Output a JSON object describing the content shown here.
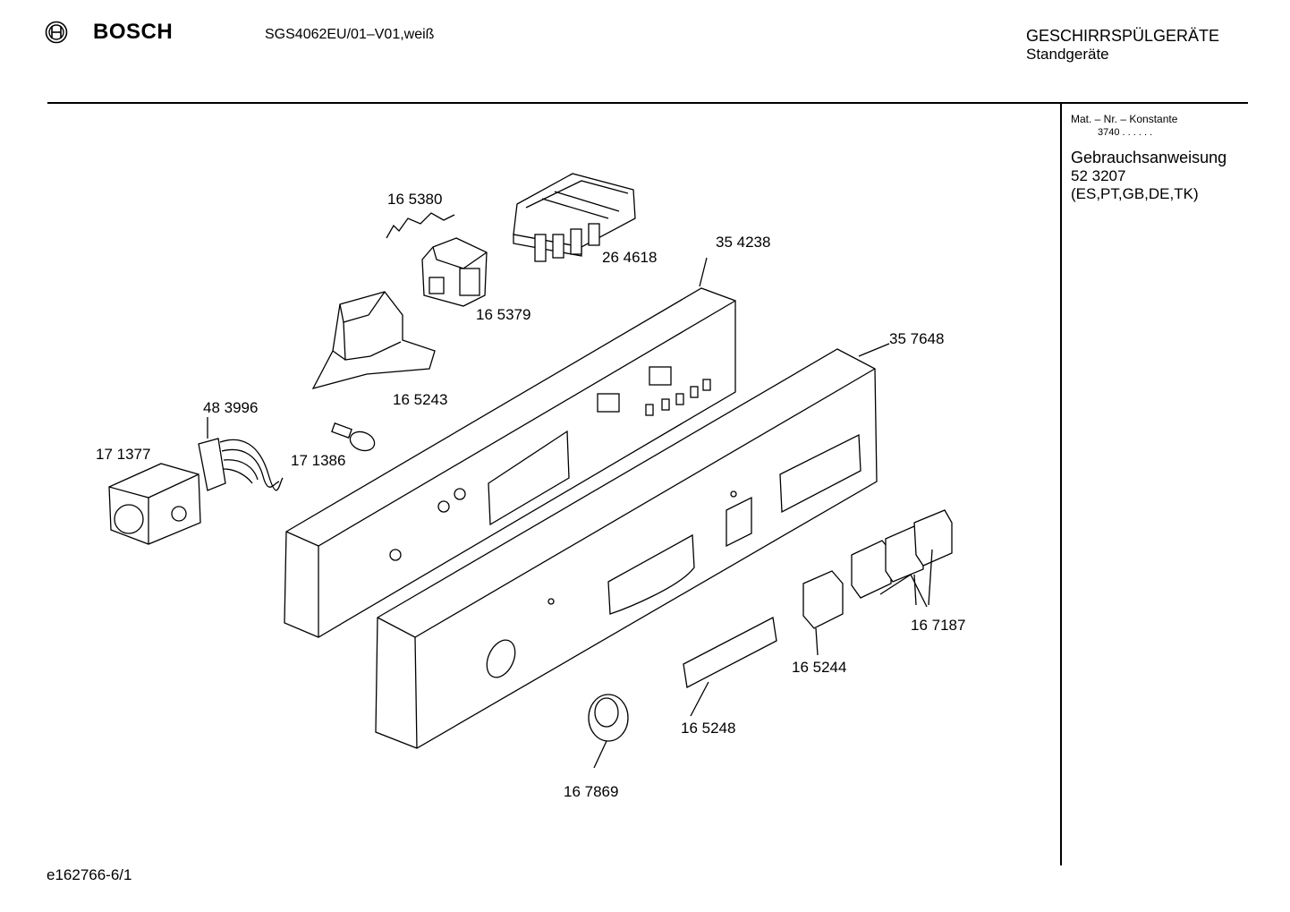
{
  "header": {
    "brand": "BOSCH",
    "model": "SGS4062EU/01–V01,weiß",
    "category_title": "GESCHIRRSPÜLGERÄTE",
    "category_subtitle": "Standgeräte"
  },
  "side_panel": {
    "mat_label": "Mat. – Nr. – Konstante",
    "mat_value": "3740  .  .    .  .  .  .",
    "doc_label": "Gebrauchsanweisung",
    "doc_number": "52 3207",
    "doc_languages": "(ES,PT,GB,DE,TK)"
  },
  "parts": [
    {
      "id": "p165380",
      "label": "16 5380"
    },
    {
      "id": "p264618",
      "label": "26 4618"
    },
    {
      "id": "p354238",
      "label": "35 4238"
    },
    {
      "id": "p165379",
      "label": "16 5379"
    },
    {
      "id": "p357648",
      "label": "35 7648"
    },
    {
      "id": "p165243",
      "label": "16 5243"
    },
    {
      "id": "p483996",
      "label": "48 3996"
    },
    {
      "id": "p171377",
      "label": "17 1377"
    },
    {
      "id": "p171386",
      "label": "17 1386"
    },
    {
      "id": "p167187",
      "label": "16 7187"
    },
    {
      "id": "p165244",
      "label": "16 5244"
    },
    {
      "id": "p165248",
      "label": "16 5248"
    },
    {
      "id": "p167869",
      "label": "16 7869"
    }
  ],
  "footer": {
    "code": "e162766-6/1"
  },
  "icons": {
    "brand_logo": "bosch-armature-logo-icon"
  }
}
